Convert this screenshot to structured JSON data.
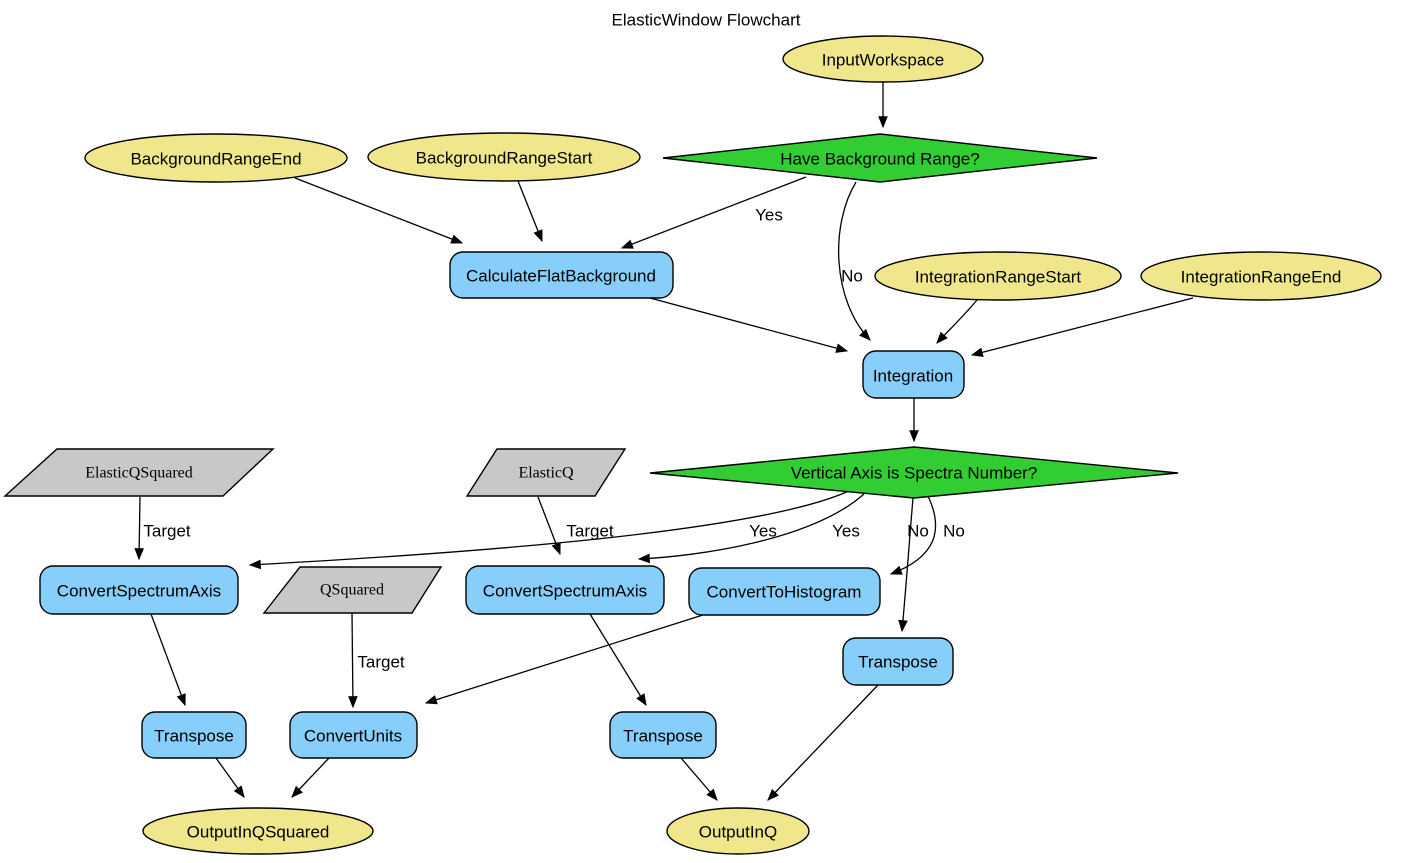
{
  "title": "ElasticWindow Flowchart",
  "colors": {
    "background": "#FFFFFF",
    "stroke": "#000000",
    "parameter_fill": "#F0E68C",
    "decision_fill": "#32CD32",
    "algorithm_fill": "#87CEFA",
    "value_fill": "#C8C8C8"
  },
  "nodes": {
    "inputWorkspace": {
      "label": "InputWorkspace",
      "type": "parameter",
      "shape": "ellipse"
    },
    "backgroundRangeEnd": {
      "label": "BackgroundRangeEnd",
      "type": "parameter",
      "shape": "ellipse"
    },
    "backgroundRangeStart": {
      "label": "BackgroundRangeStart",
      "type": "parameter",
      "shape": "ellipse"
    },
    "haveBackgroundRange": {
      "label": "Have Background Range?",
      "type": "decision",
      "shape": "diamond"
    },
    "calculateFlatBackground": {
      "label": "CalculateFlatBackground",
      "type": "algorithm",
      "shape": "rounded-rect"
    },
    "integrationRangeStart": {
      "label": "IntegrationRangeStart",
      "type": "parameter",
      "shape": "ellipse"
    },
    "integrationRangeEnd": {
      "label": "IntegrationRangeEnd",
      "type": "parameter",
      "shape": "ellipse"
    },
    "integration": {
      "label": "Integration",
      "type": "algorithm",
      "shape": "rounded-rect"
    },
    "verticalAxisIsSpectraNumber": {
      "label": "Vertical Axis is Spectra Number?",
      "type": "decision",
      "shape": "diamond"
    },
    "elasticQSquared": {
      "label": "ElasticQSquared",
      "type": "value",
      "shape": "parallelogram"
    },
    "elasticQ": {
      "label": "ElasticQ",
      "type": "value",
      "shape": "parallelogram"
    },
    "qSquared": {
      "label": "QSquared",
      "type": "value",
      "shape": "parallelogram"
    },
    "convertSpectrumAxisQSquared": {
      "label": "ConvertSpectrumAxis",
      "type": "algorithm",
      "shape": "rounded-rect"
    },
    "convertSpectrumAxisQ": {
      "label": "ConvertSpectrumAxis",
      "type": "algorithm",
      "shape": "rounded-rect"
    },
    "convertToHistogram": {
      "label": "ConvertToHistogram",
      "type": "algorithm",
      "shape": "rounded-rect"
    },
    "transposeNoBranch": {
      "label": "Transpose",
      "type": "algorithm",
      "shape": "rounded-rect"
    },
    "transposeQSquared": {
      "label": "Transpose",
      "type": "algorithm",
      "shape": "rounded-rect"
    },
    "convertUnits": {
      "label": "ConvertUnits",
      "type": "algorithm",
      "shape": "rounded-rect"
    },
    "transposeQ": {
      "label": "Transpose",
      "type": "algorithm",
      "shape": "rounded-rect"
    },
    "outputInQSquared": {
      "label": "OutputInQSquared",
      "type": "parameter",
      "shape": "ellipse"
    },
    "outputInQ": {
      "label": "OutputInQ",
      "type": "parameter",
      "shape": "ellipse"
    }
  },
  "edges": [
    {
      "from": "inputWorkspace",
      "to": "haveBackgroundRange",
      "label": ""
    },
    {
      "from": "backgroundRangeEnd",
      "to": "calculateFlatBackground",
      "label": ""
    },
    {
      "from": "backgroundRangeStart",
      "to": "calculateFlatBackground",
      "label": ""
    },
    {
      "from": "haveBackgroundRange",
      "to": "calculateFlatBackground",
      "label": "Yes"
    },
    {
      "from": "haveBackgroundRange",
      "to": "integration",
      "label": "No"
    },
    {
      "from": "calculateFlatBackground",
      "to": "integration",
      "label": ""
    },
    {
      "from": "integrationRangeStart",
      "to": "integration",
      "label": ""
    },
    {
      "from": "integrationRangeEnd",
      "to": "integration",
      "label": ""
    },
    {
      "from": "integration",
      "to": "verticalAxisIsSpectraNumber",
      "label": ""
    },
    {
      "from": "verticalAxisIsSpectraNumber",
      "to": "convertSpectrumAxisQSquared",
      "label": "Yes"
    },
    {
      "from": "verticalAxisIsSpectraNumber",
      "to": "convertSpectrumAxisQ",
      "label": "Yes"
    },
    {
      "from": "verticalAxisIsSpectraNumber",
      "to": "transposeNoBranch",
      "label": "No"
    },
    {
      "from": "verticalAxisIsSpectraNumber",
      "to": "convertToHistogram",
      "label": "No"
    },
    {
      "from": "elasticQSquared",
      "to": "convertSpectrumAxisQSquared",
      "label": "Target"
    },
    {
      "from": "elasticQ",
      "to": "convertSpectrumAxisQ",
      "label": "Target"
    },
    {
      "from": "qSquared",
      "to": "convertUnits",
      "label": "Target"
    },
    {
      "from": "convertSpectrumAxisQSquared",
      "to": "transposeQSquared",
      "label": ""
    },
    {
      "from": "convertSpectrumAxisQ",
      "to": "transposeQ",
      "label": ""
    },
    {
      "from": "convertToHistogram",
      "to": "convertUnits",
      "label": ""
    },
    {
      "from": "transposeQSquared",
      "to": "outputInQSquared",
      "label": ""
    },
    {
      "from": "convertUnits",
      "to": "outputInQSquared",
      "label": ""
    },
    {
      "from": "transposeQ",
      "to": "outputInQ",
      "label": ""
    },
    {
      "from": "transposeNoBranch",
      "to": "outputInQ",
      "label": ""
    }
  ]
}
